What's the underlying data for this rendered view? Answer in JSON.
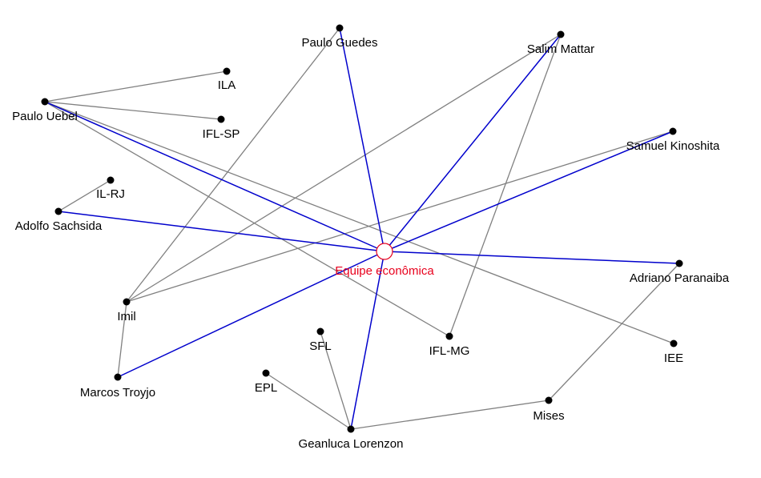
{
  "graph": {
    "center": {
      "id": "center",
      "label": "Equipe econômica",
      "label_color": "#e8001c",
      "node_stroke": "#e8001c",
      "node_fill": "#ffffff"
    },
    "node_color": "#000000",
    "label_color": "#000000",
    "edge_colors": {
      "primary": "#0000cc",
      "secondary": "#808080"
    },
    "nodes": [
      {
        "id": "paulo_guedes",
        "label": "Paulo Guedes"
      },
      {
        "id": "salim_mattar",
        "label": "Salim Mattar"
      },
      {
        "id": "ila",
        "label": "ILA"
      },
      {
        "id": "paulo_uebel",
        "label": "Paulo Uebel"
      },
      {
        "id": "ifl_sp",
        "label": "IFL-SP"
      },
      {
        "id": "samuel_kinoshita",
        "label": "Samuel Kinoshita"
      },
      {
        "id": "il_rj",
        "label": "IL-RJ"
      },
      {
        "id": "adolfo_sachsida",
        "label": "Adolfo Sachsida"
      },
      {
        "id": "adriano_paranaiba",
        "label": "Adriano Paranaiba"
      },
      {
        "id": "imil",
        "label": "Imil"
      },
      {
        "id": "sfl",
        "label": "SFL"
      },
      {
        "id": "ifl_mg",
        "label": "IFL-MG"
      },
      {
        "id": "iee",
        "label": "IEE"
      },
      {
        "id": "marcos_troyjo",
        "label": "Marcos Troyjo"
      },
      {
        "id": "epl",
        "label": "EPL"
      },
      {
        "id": "mises",
        "label": "Mises"
      },
      {
        "id": "geanluca_lorenzon",
        "label": "Geanluca Lorenzon"
      }
    ],
    "edges": [
      {
        "source": "paulo_uebel",
        "target": "ila",
        "kind": "secondary"
      },
      {
        "source": "paulo_uebel",
        "target": "ifl_sp",
        "kind": "secondary"
      },
      {
        "source": "paulo_uebel",
        "target": "ifl_mg",
        "kind": "secondary"
      },
      {
        "source": "paulo_uebel",
        "target": "iee",
        "kind": "secondary"
      },
      {
        "source": "adolfo_sachsida",
        "target": "il_rj",
        "kind": "secondary"
      },
      {
        "source": "paulo_guedes",
        "target": "imil",
        "kind": "secondary"
      },
      {
        "source": "salim_mattar",
        "target": "imil",
        "kind": "secondary"
      },
      {
        "source": "salim_mattar",
        "target": "ifl_mg",
        "kind": "secondary"
      },
      {
        "source": "samuel_kinoshita",
        "target": "imil",
        "kind": "secondary"
      },
      {
        "source": "imil",
        "target": "marcos_troyjo",
        "kind": "secondary"
      },
      {
        "source": "adriano_paranaiba",
        "target": "mises",
        "kind": "secondary"
      },
      {
        "source": "sfl",
        "target": "geanluca_lorenzon",
        "kind": "secondary"
      },
      {
        "source": "epl",
        "target": "geanluca_lorenzon",
        "kind": "secondary"
      },
      {
        "source": "mises",
        "target": "geanluca_lorenzon",
        "kind": "secondary"
      },
      {
        "source": "center",
        "target": "paulo_guedes",
        "kind": "primary"
      },
      {
        "source": "center",
        "target": "salim_mattar",
        "kind": "primary"
      },
      {
        "source": "center",
        "target": "paulo_uebel",
        "kind": "primary"
      },
      {
        "source": "center",
        "target": "samuel_kinoshita",
        "kind": "primary"
      },
      {
        "source": "center",
        "target": "adolfo_sachsida",
        "kind": "primary"
      },
      {
        "source": "center",
        "target": "adriano_paranaiba",
        "kind": "primary"
      },
      {
        "source": "center",
        "target": "marcos_troyjo",
        "kind": "primary"
      },
      {
        "source": "center",
        "target": "geanluca_lorenzon",
        "kind": "primary"
      }
    ]
  }
}
